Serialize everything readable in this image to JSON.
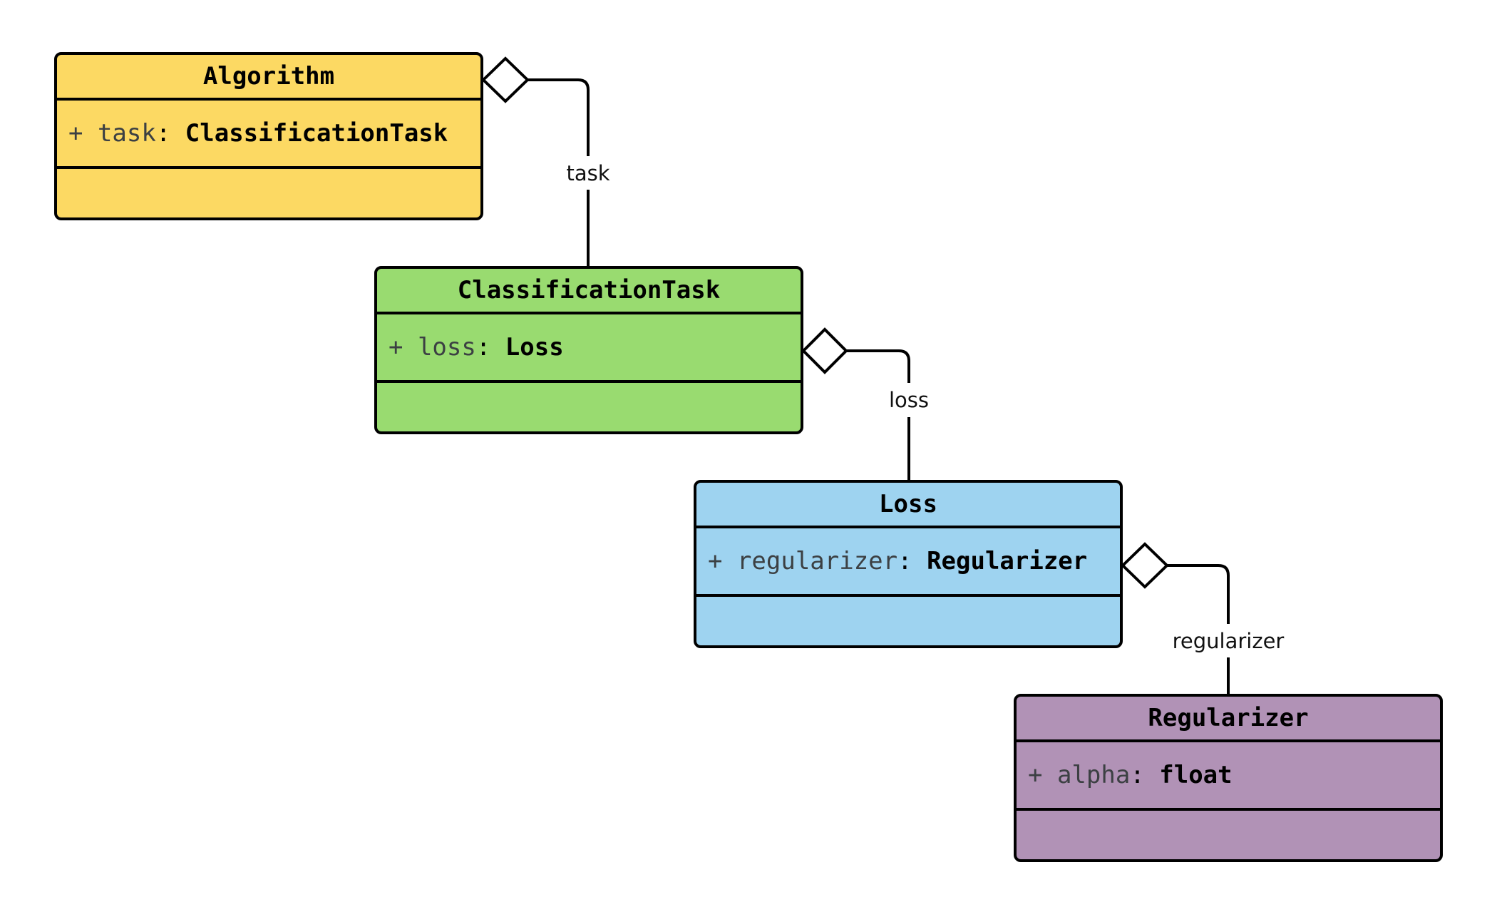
{
  "palette": {
    "canvas_bg": "#FFFFFF",
    "border": "#000000",
    "algorithm_fill": "#FCD963",
    "classification_task_fill": "#99DB70",
    "loss_fill": "#9ED3F0",
    "regularizer_fill": "#B192B6",
    "attr_name_color": "#3C4043",
    "attr_type_color": "#000000",
    "label_color": "#111111",
    "diamond_fill": "#FFFFFF"
  },
  "classes": [
    {
      "name": "Algorithm",
      "attribute": {
        "name": "+ task",
        "colon": ": ",
        "type": "ClassificationTask"
      }
    },
    {
      "name": "ClassificationTask",
      "attribute": {
        "name": "+ loss",
        "colon": ": ",
        "type": "Loss"
      }
    },
    {
      "name": "Loss",
      "attribute": {
        "name": "+ regularizer",
        "colon": ": ",
        "type": "Regularizer"
      }
    },
    {
      "name": "Regularizer",
      "attribute": {
        "name": "+ alpha",
        "colon": ": ",
        "type": "float"
      }
    }
  ],
  "connectors": [
    {
      "label": "task",
      "from": "Algorithm",
      "to": "ClassificationTask",
      "kind": "aggregation"
    },
    {
      "label": "loss",
      "from": "ClassificationTask",
      "to": "Loss",
      "kind": "aggregation"
    },
    {
      "label": "regularizer",
      "from": "Loss",
      "to": "Regularizer",
      "kind": "aggregation"
    }
  ]
}
